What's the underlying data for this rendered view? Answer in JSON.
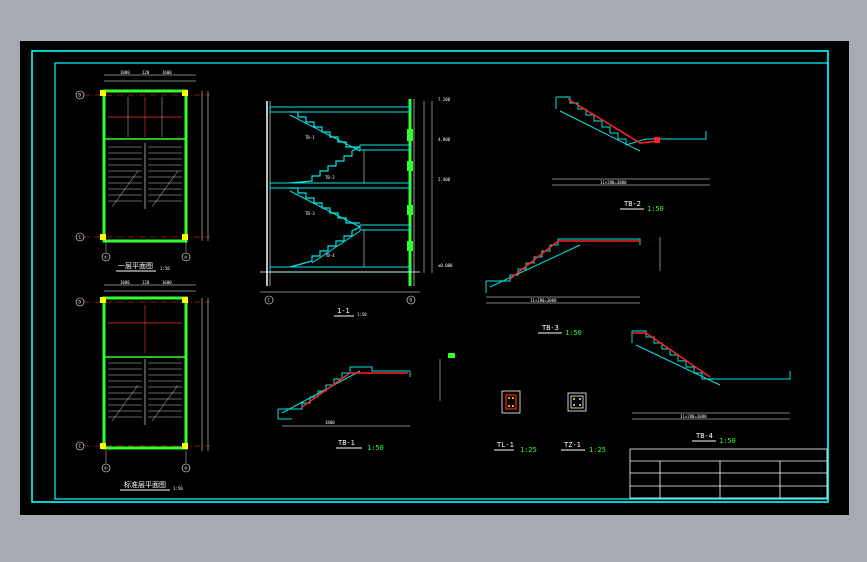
{
  "plans": [
    {
      "title": "一层平面图",
      "scale": "1:50",
      "dims_top": [
        "1080",
        "120",
        "1600"
      ],
      "axes_left": [
        "D",
        "C"
      ],
      "axes_bottom": [
        "①",
        "②"
      ]
    },
    {
      "title": "标准层平面图",
      "scale": "1:50",
      "dims_top": [
        "1080",
        "120",
        "1600"
      ],
      "axes_left": [
        "D",
        "C"
      ],
      "axes_bottom": [
        "①",
        "②"
      ]
    }
  ],
  "section_main": {
    "title": "1-1",
    "scale": "1:50",
    "levels": [
      "7.200",
      "4.800",
      "2.400",
      "±0.000"
    ],
    "axes_bottom": [
      "C",
      "D"
    ],
    "flight_labels": [
      "TB-1",
      "TB-2",
      "TB-3",
      "TB-4"
    ]
  },
  "details": [
    {
      "title": "TB-1",
      "scale": "1:50"
    },
    {
      "title": "TB-2",
      "scale": "1:50"
    },
    {
      "title": "TB-3",
      "scale": "1:50"
    },
    {
      "title": "TB-4",
      "scale": "1:50"
    },
    {
      "title": "TL-1",
      "scale": "1:25"
    },
    {
      "title": "TZ-1",
      "scale": "1:25"
    }
  ],
  "colors": {
    "border": "#00ffff",
    "wall": "#33ff33",
    "rebar": "#ff2020",
    "stair": "#00e5e5",
    "column": "#ffff00",
    "text": "#ffffff"
  }
}
